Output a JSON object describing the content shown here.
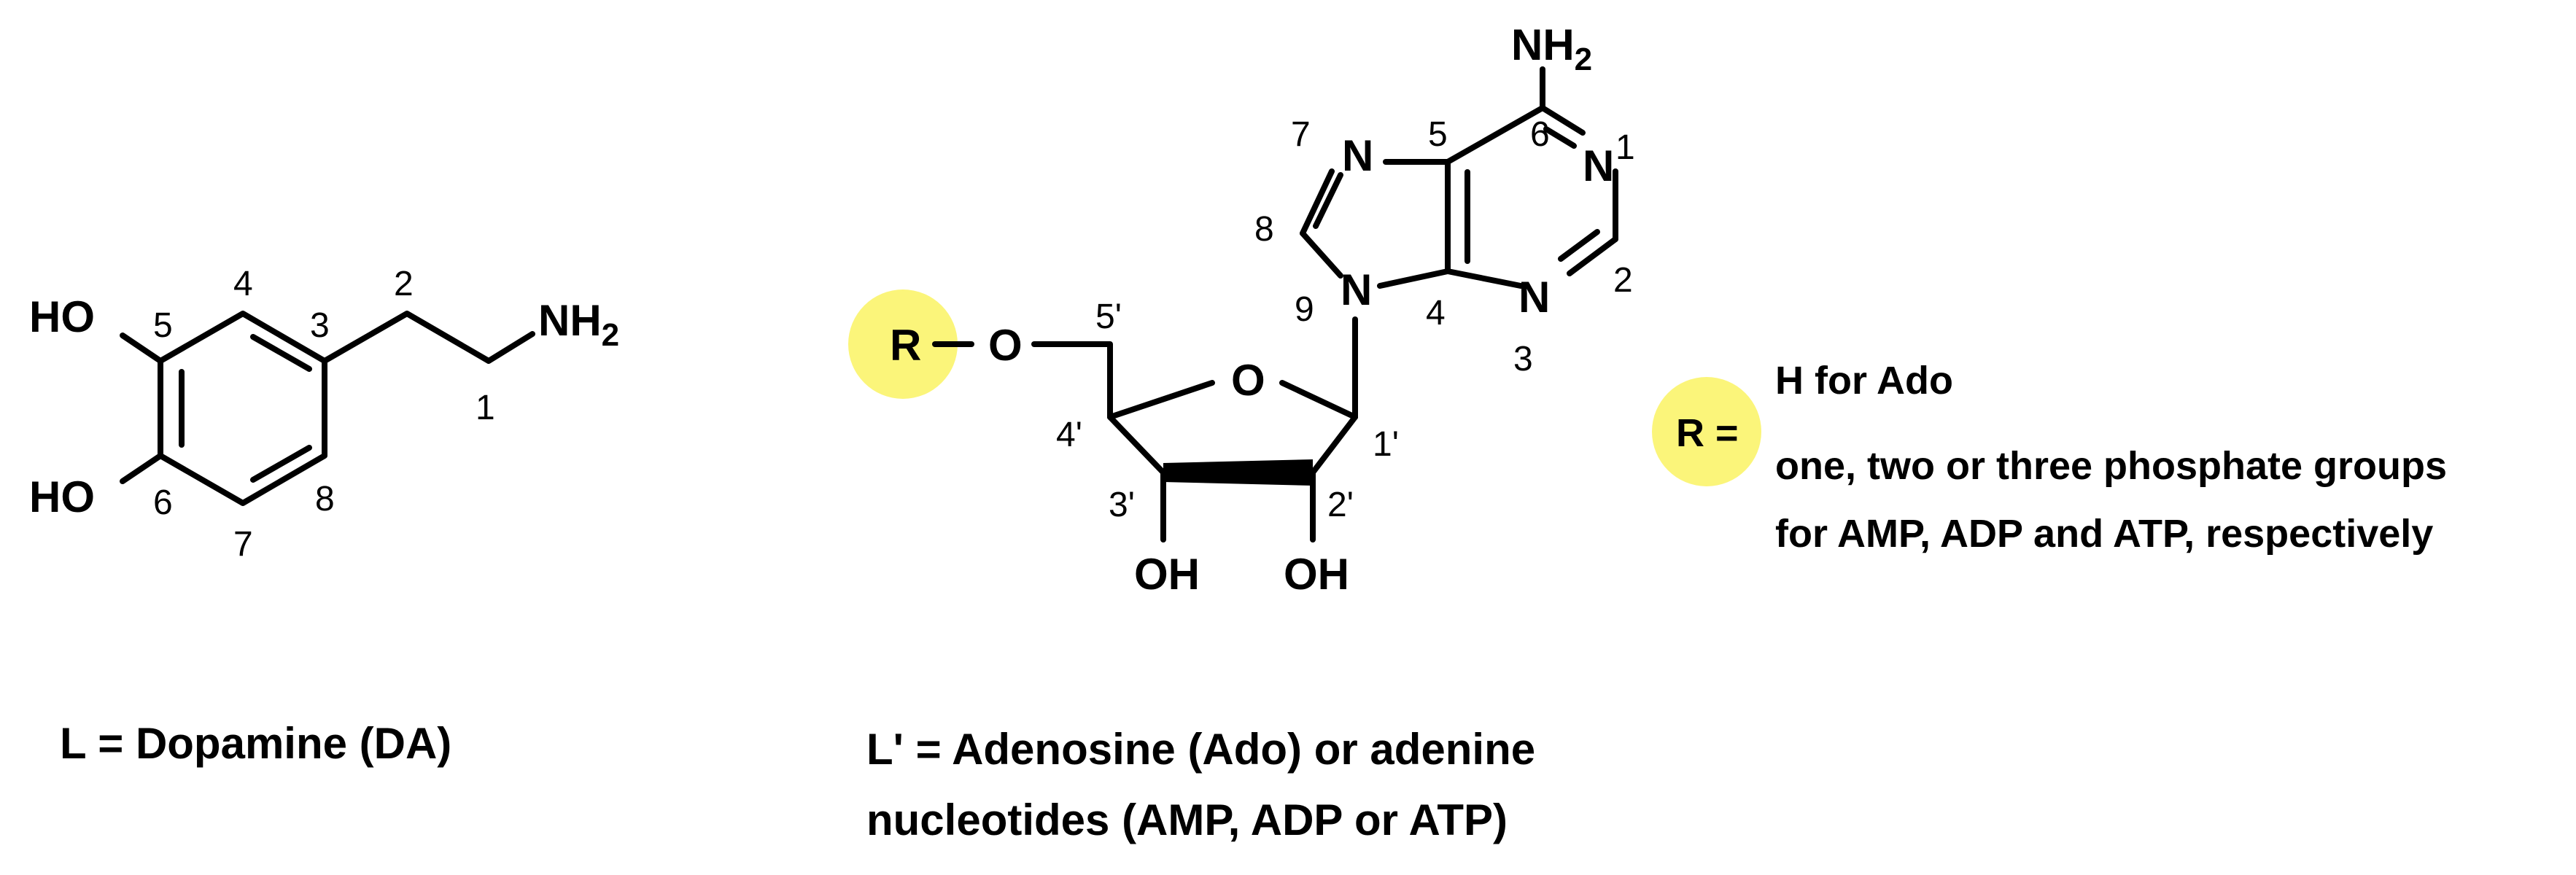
{
  "colors": {
    "highlight": "#fbf57a",
    "ink": "#000000"
  },
  "dopamine": {
    "atoms": {
      "ho_top": "HO",
      "ho_bottom": "HO",
      "amine_n": "NH",
      "amine_sub": "2"
    },
    "numbers": {
      "n1": "1",
      "n2": "2",
      "n3": "3",
      "n4": "4",
      "n5": "5",
      "n6": "6",
      "n7": "7",
      "n8": "8"
    },
    "caption": "L = Dopamine (DA)"
  },
  "adenosine": {
    "atoms": {
      "r": "R",
      "o_ester": "O",
      "o_ring": "O",
      "n9": "N",
      "n7": "N",
      "n1": "N",
      "n3": "N",
      "nh2": "NH",
      "nh2_sub": "2",
      "oh_3": "OH",
      "oh_2": "OH"
    },
    "numbers": {
      "p1": "1'",
      "p2": "2'",
      "p3": "3'",
      "p4": "4'",
      "p5": "5'",
      "a1": "1",
      "a2": "2",
      "a3": "3",
      "a4": "4",
      "a5": "5",
      "a6": "6",
      "a7": "7",
      "a8": "8",
      "a9": "9"
    },
    "caption_line1": "L' = Adenosine (Ado) or adenine",
    "caption_line2": "nucleotides (AMP, ADP or ATP)"
  },
  "r_legend": {
    "label": "R =",
    "option1": "H for Ado",
    "option2_line1": "one, two or three phosphate groups",
    "option2_line2": "for AMP, ADP and ATP, respectively"
  }
}
